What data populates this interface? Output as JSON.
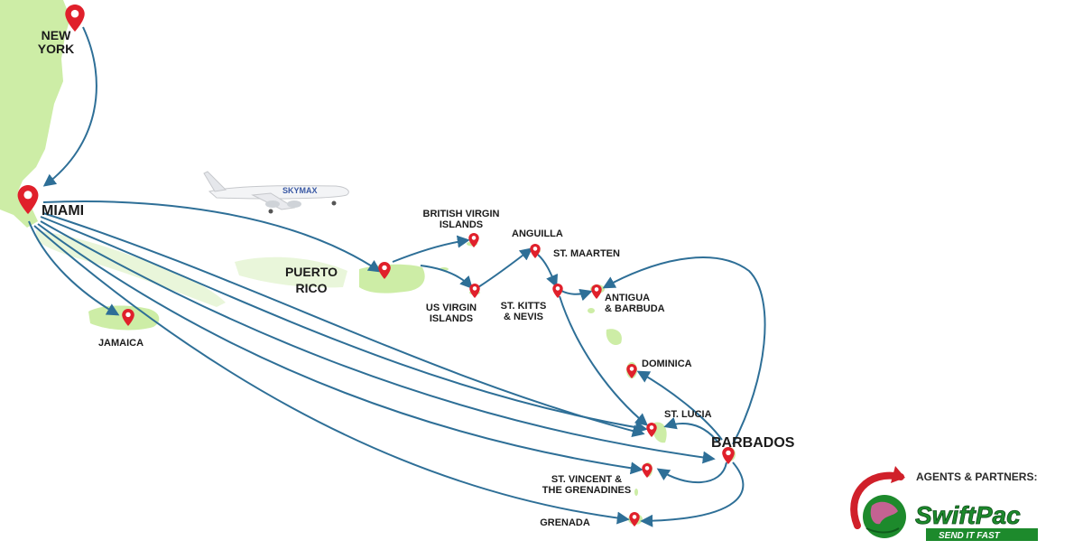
{
  "map": {
    "colors": {
      "route": "#2e6f97",
      "land": "#cdeda6",
      "marker": "#e0202b",
      "label": "#1b1b1b"
    },
    "cities": {
      "new_york": "NEW\nYORK",
      "miami": "MIAMI",
      "jamaica": "JAMAICA",
      "puerto_rico": "PUERTO\nRICO",
      "british_virgin_islands": "BRITISH VIRGIN\nISLANDS",
      "us_virgin_islands": "US VIRGIN\nISLANDS",
      "anguilla": "ANGUILLA",
      "st_maarten": "ST. MAARTEN",
      "st_kitts_nevis": "ST. KITTS\n& NEVIS",
      "antigua_barbuda": "ANTIGUA\n& BARBUDA",
      "dominica": "DOMINICA",
      "st_lucia": "ST. LUCIA",
      "barbados": "BARBADOS",
      "st_vincent": "ST. VINCENT &\nTHE GRENADINES",
      "grenada": "GRENADA"
    },
    "aircraft_livery": "SKYMAX"
  },
  "partner": {
    "heading": "AGENTS & PARTNERS:",
    "brand": "SwiftPac",
    "tagline": "SEND IT FAST",
    "colors": {
      "brand_green": "#1d8a2c",
      "brand_red": "#d0202a"
    }
  }
}
